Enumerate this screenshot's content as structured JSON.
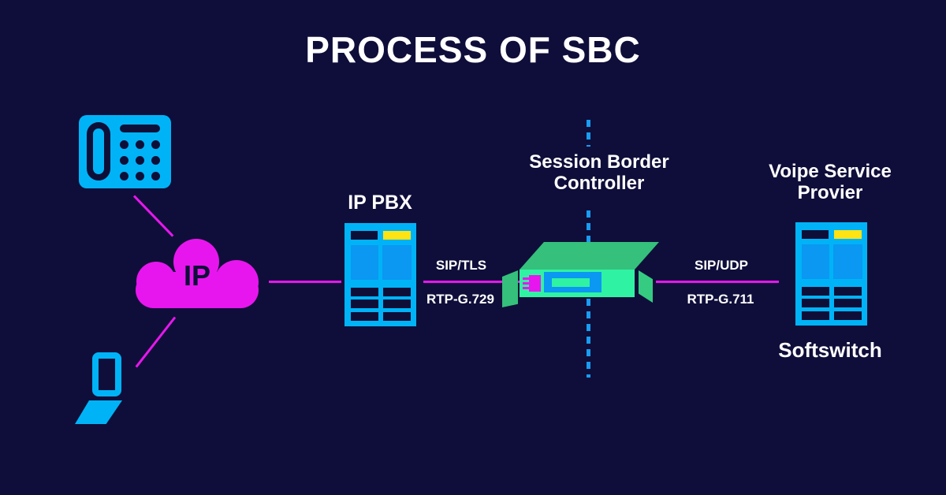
{
  "title": "PROCESS OF SBC",
  "diagram": {
    "cloud": {
      "label": "IP"
    },
    "pbx": {
      "label": "IP PBX"
    },
    "sbc": {
      "label_line1": "Session Border",
      "label_line2": "Controller"
    },
    "provider": {
      "label_line1": "Voipe Service",
      "label_line2": "Provier",
      "sublabel": "Softswitch"
    },
    "links": {
      "left": {
        "protocol": "SIP/TLS",
        "codec": "RTP-G.729"
      },
      "right": {
        "protocol": "SIP/UDP",
        "codec": "RTP-G.711"
      }
    }
  },
  "icons": [
    "desk-phone-icon",
    "ip-cloud-icon",
    "laptop-icon",
    "server-icon",
    "sbc-device-icon",
    "dashed-boundary-line"
  ],
  "colors": {
    "bg": "#0f0e3a",
    "dark": "#0d0f38",
    "text": "#ffffff",
    "cyan": "#00b3f7",
    "panel": "#0a98f2",
    "yellow": "#ffe312",
    "magenta": "#e816ee",
    "green_front": "#2ff3a2",
    "green_top": "#35c07c",
    "green_mid": "#35cc82",
    "dash_blue": "#189df2"
  }
}
